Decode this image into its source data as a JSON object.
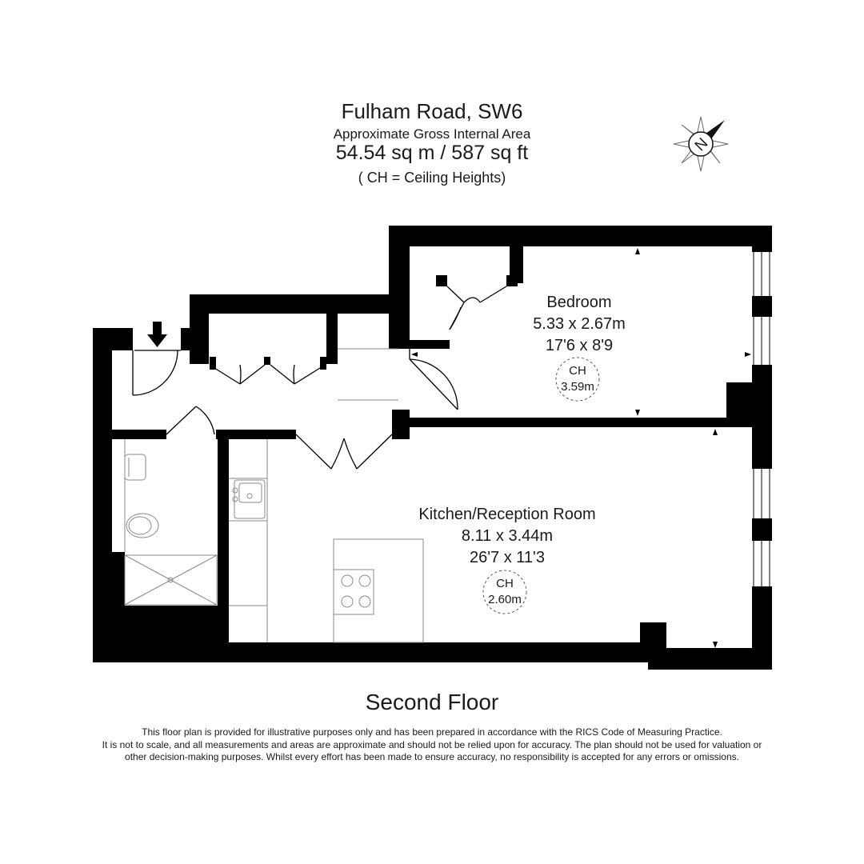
{
  "header": {
    "title": "Fulham Road, SW6",
    "subtitle": "Approximate Gross Internal Area",
    "area": "54.54 sq m /  587 sq ft",
    "ch_note": "( CH = Ceiling Heights)"
  },
  "compass": {
    "letter": "N",
    "icon": "compass-north-icon"
  },
  "rooms": {
    "bedroom": {
      "name": "Bedroom",
      "metric": "5.33 x 2.67m",
      "imperial": "17'6 x 8'9",
      "ch_label": "CH",
      "ch_value": "3.59m"
    },
    "kitchen": {
      "name": "Kitchen/Reception Room",
      "metric": "8.11 x 3.44m",
      "imperial": "26'7 x 11'3",
      "ch_label": "CH",
      "ch_value": "2.60m"
    }
  },
  "floor_name": "Second Floor",
  "disclaimer": {
    "line1": "This floor plan is provided for illustrative purposes only and has been prepared in accordance with the RICS Code of Measuring Practice.",
    "line2": "It is not to scale, and all measurements and areas are approximate and should not be relied upon for accuracy. The plan should not be used for valuation or",
    "line3": "other decision-making purposes. Whilst every effort has been made to ensure accuracy, no responsibility is accepted for any errors or omissions."
  },
  "colors": {
    "wall": "#000000",
    "fixture": "#8a8a8a",
    "text": "#1a1a1a"
  }
}
